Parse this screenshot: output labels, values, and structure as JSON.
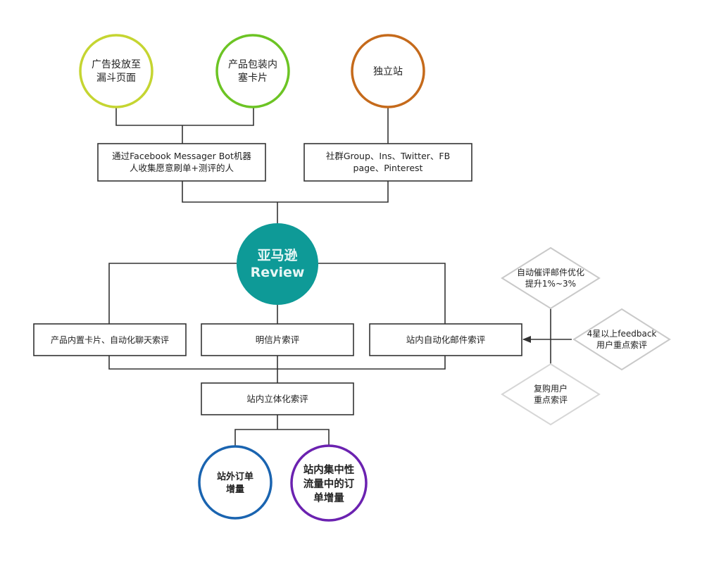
{
  "nodes": {
    "ad_funnel": [
      "广告投放至",
      "漏斗页面"
    ],
    "package_card": [
      "产品包装内",
      "塞卡片"
    ],
    "independent_site": [
      "独立站"
    ],
    "fb_bot": [
      "通过Facebook Messager Bot机器",
      "人收集愿意刷单+测评的人"
    ],
    "social": [
      "社群Group、Ins、Twitter、FB",
      "page、Pinterest"
    ],
    "center": [
      "亚马逊",
      "Review"
    ],
    "product_card_chat": [
      "产品内置卡片、自动化聊天索评"
    ],
    "postcard": [
      "明信片索评"
    ],
    "email": [
      "站内自动化邮件索评"
    ],
    "stereo": [
      "站内立体化索评"
    ],
    "external_orders": [
      "站外订单",
      "增量"
    ],
    "internal_orders": [
      "站内集中性",
      "流量中的订",
      "单增量"
    ],
    "diamond_optimize": [
      "自动催评邮件优化",
      "提升1%~3%"
    ],
    "diamond_feedback": [
      "4星以上feedback",
      "用户重点索评"
    ],
    "diamond_repeat": [
      "复购用户",
      "重点索评"
    ]
  },
  "colors": {
    "yellow_green": "#c5d531",
    "green": "#6cc424",
    "orange": "#c56a1b",
    "teal": "#0e9a97",
    "blue": "#1a64b0",
    "purple": "#6b22b0",
    "diamond_stroke": "#c9c9c9",
    "line": "#333333"
  }
}
